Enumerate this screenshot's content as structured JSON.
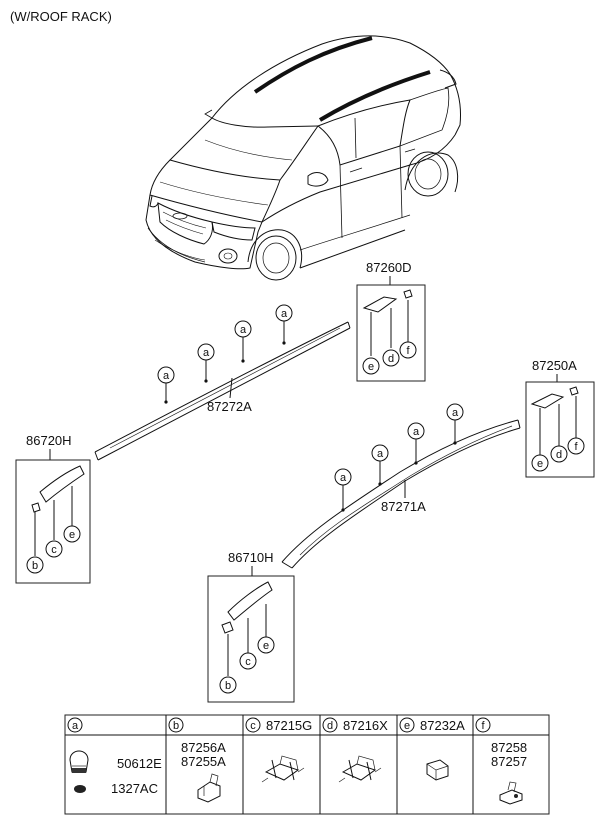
{
  "header": {
    "title": "(W/ROOF RACK)"
  },
  "parts": {
    "roof_rail_upper": "87272A",
    "roof_rail_lower": "87271A",
    "cover_rear_left": "87260D",
    "cover_rear_right": "87250A",
    "cover_front_left": "86720H",
    "cover_front_right": "86710H"
  },
  "callouts": {
    "a": "a",
    "b": "b",
    "c": "c",
    "d": "d",
    "e": "e",
    "f": "f"
  },
  "legend": {
    "cols": [
      {
        "key": "a",
        "codes": [
          "50612E",
          "1327AC"
        ]
      },
      {
        "key": "b",
        "codes": [
          "87256A",
          "87255A"
        ]
      },
      {
        "key": "c",
        "codes": [
          "87215G"
        ]
      },
      {
        "key": "d",
        "codes": [
          "87216X"
        ]
      },
      {
        "key": "e",
        "codes": [
          "87232A"
        ]
      },
      {
        "key": "f",
        "codes": [
          "87258",
          "87257"
        ]
      }
    ]
  }
}
